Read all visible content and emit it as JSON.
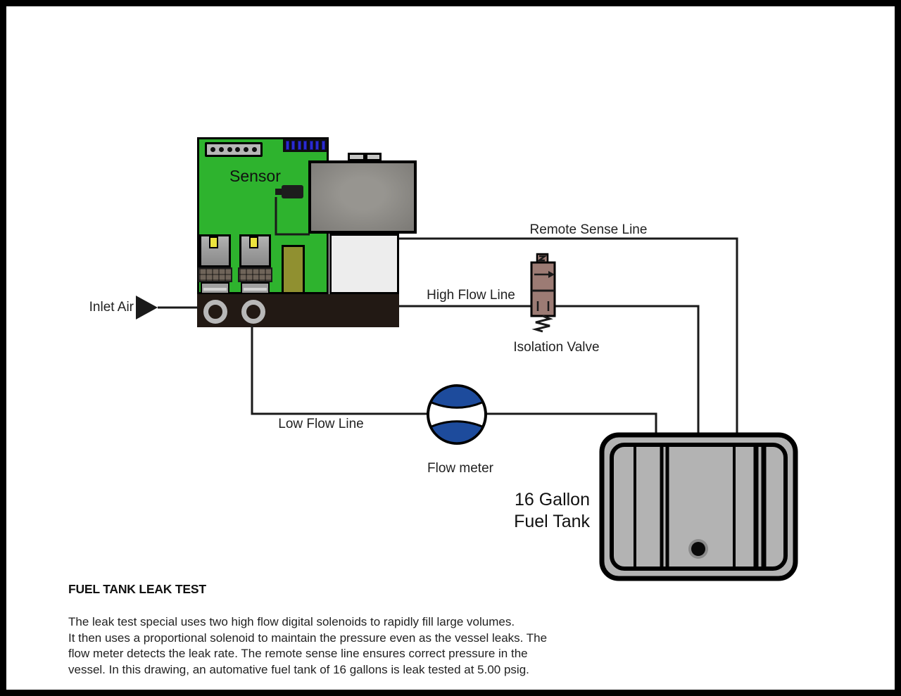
{
  "title": "FUEL TANK LEAK TEST",
  "description": "The leak test special uses two high flow digital solenoids to rapidly fill large volumes.\nIt then uses a proportional solenoid to maintain the pressure even as the vessel leaks. The\nflow meter detects the leak rate. The remote sense line ensures correct pressure in the\nvessel. In this drawing, an automative fuel tank of 16 gallons is leak tested at 5.00 psig.",
  "labels": {
    "inlet_air": "Inlet Air",
    "sensor": "Sensor",
    "remote_sense_line": "Remote Sense Line",
    "high_flow_line": "High Flow Line",
    "isolation_valve": "Isolation Valve",
    "low_flow_line": "Low Flow Line",
    "flow_meter": "Flow meter",
    "fuel_tank_line1": "16 Gallon",
    "fuel_tank_line2": "Fuel Tank"
  },
  "colors": {
    "board-green": "#2eb32e",
    "valve-mauve": "#9c7b74",
    "meter-blue": "#1d4b9c",
    "tank-gray": "#b3b3b3",
    "component-olive": "#909030",
    "led-yellow": "#ece43e",
    "line-ink": "#1a1a1a"
  }
}
